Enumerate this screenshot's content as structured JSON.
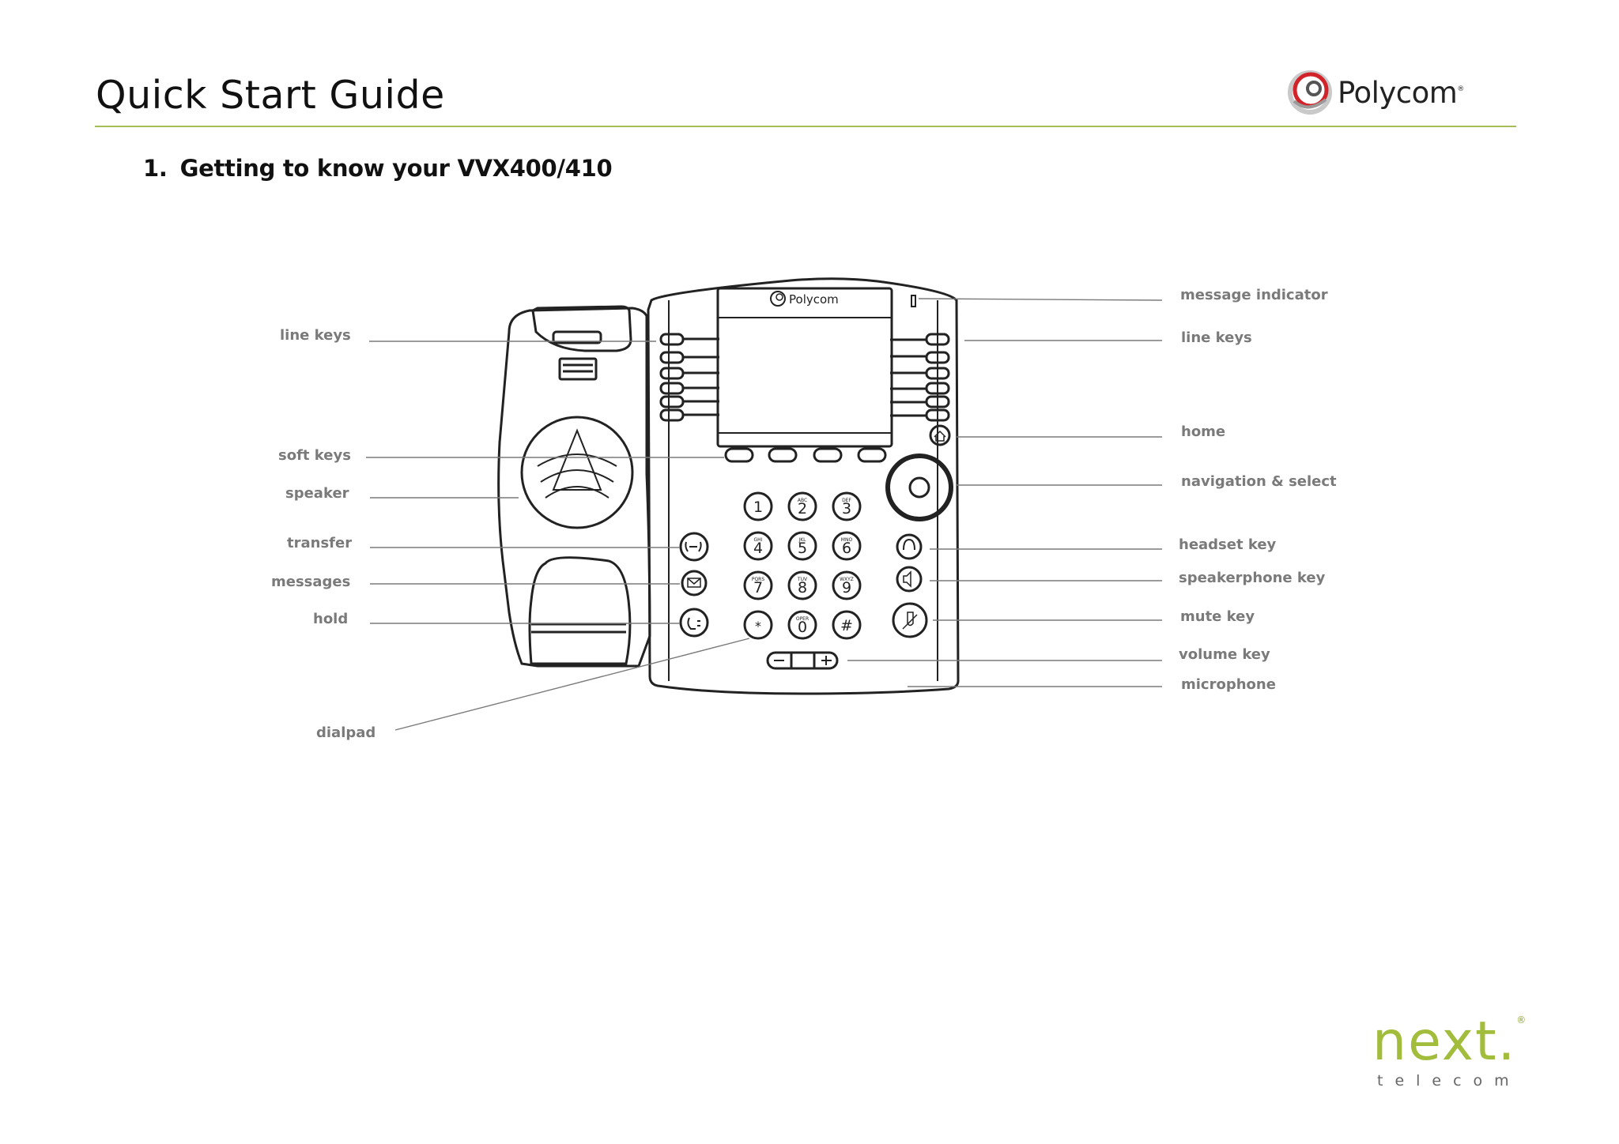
{
  "page": {
    "title": "Quick Start Guide",
    "brand": "Polycom",
    "section": {
      "number": "1.",
      "heading": "Getting to know your VVX400/410"
    }
  },
  "phone": {
    "screen_brand": "Polycom",
    "dialpad": [
      {
        "digit": "1",
        "letters": ""
      },
      {
        "digit": "2",
        "letters": "ABC"
      },
      {
        "digit": "3",
        "letters": "DEF"
      },
      {
        "digit": "4",
        "letters": "GHI"
      },
      {
        "digit": "5",
        "letters": "JKL"
      },
      {
        "digit": "6",
        "letters": "MNO"
      },
      {
        "digit": "7",
        "letters": "PQRS"
      },
      {
        "digit": "8",
        "letters": "TUV"
      },
      {
        "digit": "9",
        "letters": "WXYZ"
      },
      {
        "digit": "*",
        "letters": ""
      },
      {
        "digit": "0",
        "letters": "OPER"
      },
      {
        "digit": "#",
        "letters": ""
      }
    ]
  },
  "labels": {
    "left": [
      "line keys",
      "soft keys",
      "speaker",
      "transfer",
      "messages",
      "hold",
      "dialpad"
    ],
    "right": [
      "message indicator",
      "line keys",
      "home",
      "navigation & select",
      "headset key",
      "speakerphone key",
      "mute key",
      "volume key",
      "microphone"
    ]
  },
  "footer": {
    "brand": "next.",
    "sub": "telecom"
  },
  "colors": {
    "accent": "#a4be55",
    "label": "#7a7a7a",
    "footer_brand": "#a2bd3c"
  }
}
